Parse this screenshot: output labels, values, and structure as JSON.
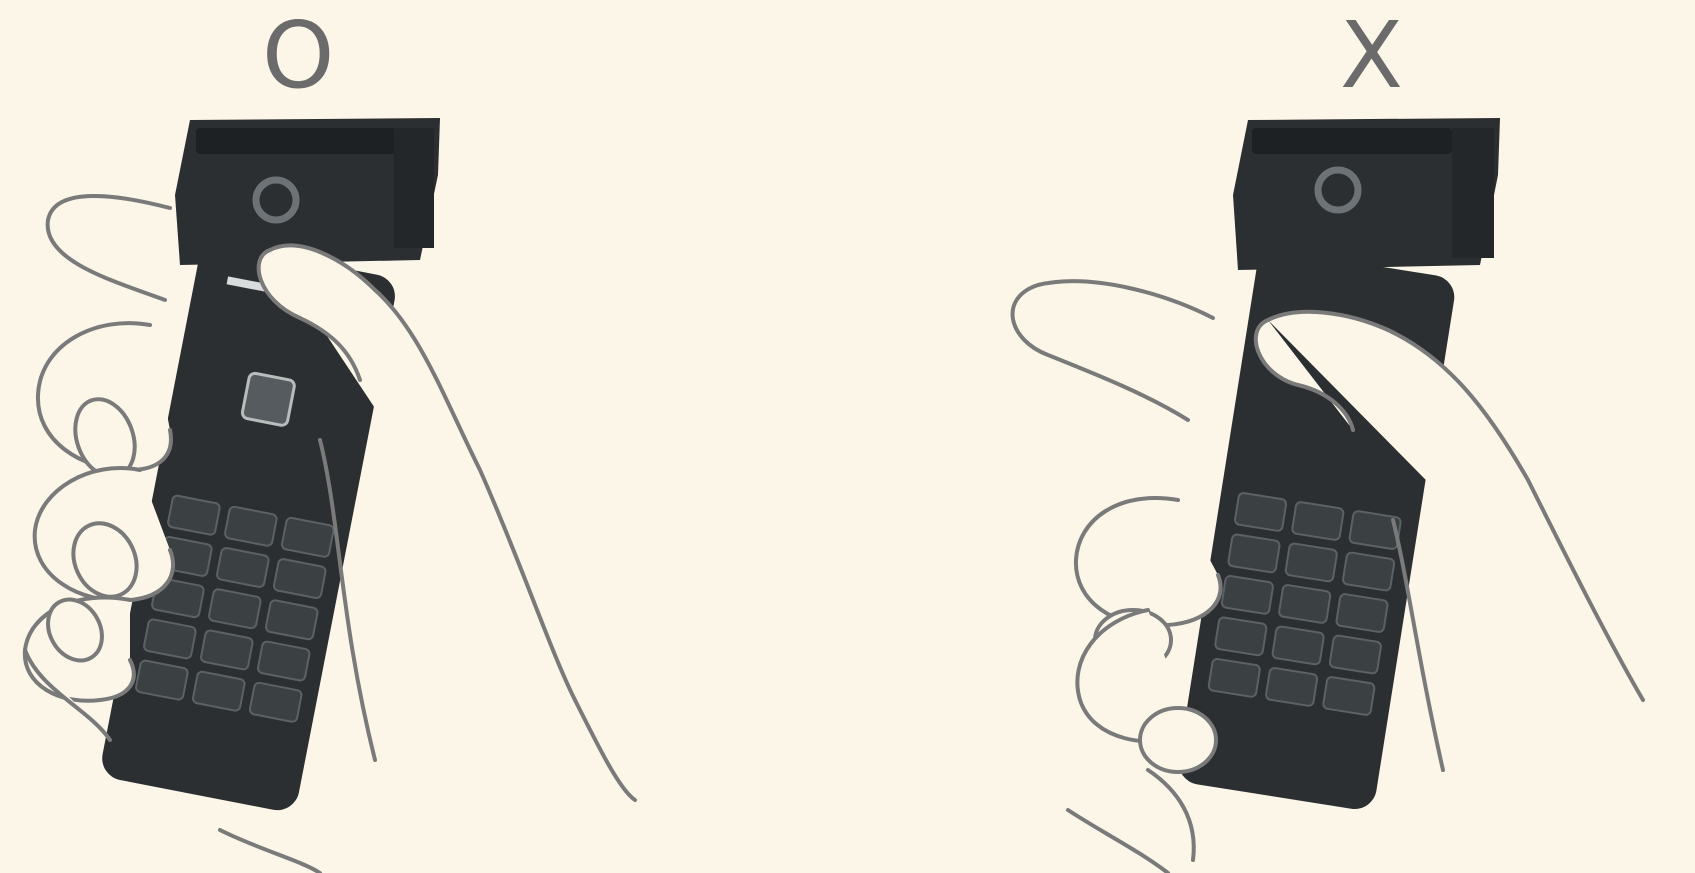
{
  "panels": {
    "correct": {
      "mark": "O"
    },
    "incorrect": {
      "mark": "X"
    }
  },
  "colors": {
    "background": "#fcf6e9",
    "mark": "#6b6b6b",
    "phone_body": "#2c2f31",
    "phone_keys": "#3b4043",
    "hand_outline": "#7a7a7a",
    "hand_fill": "#fcf6e9"
  },
  "icons": [
    "phone-held-correctly-illustration",
    "phone-held-incorrectly-illustration"
  ]
}
